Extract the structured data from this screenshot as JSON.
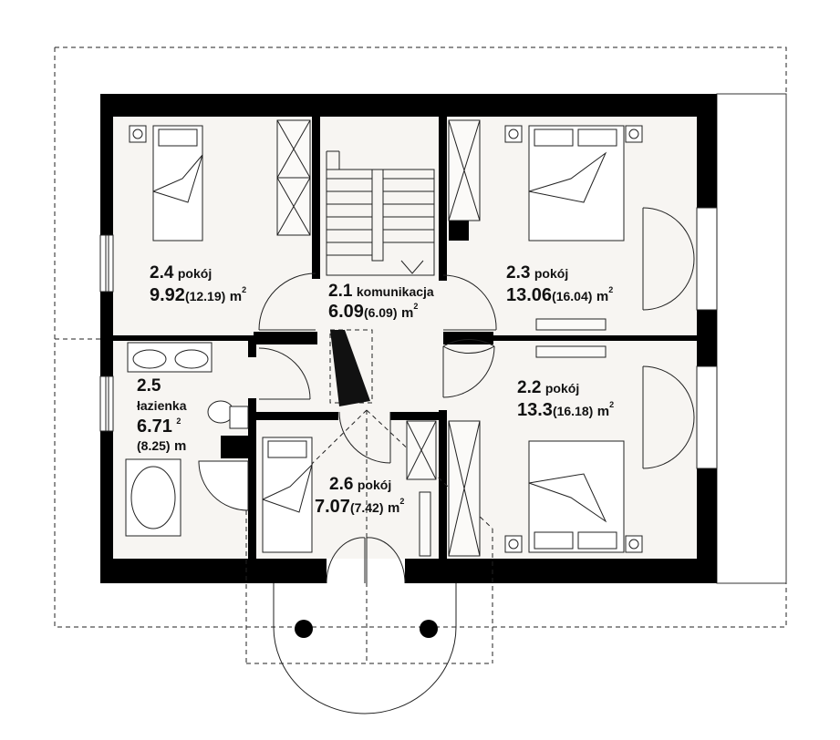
{
  "rooms": {
    "r24": {
      "num": "2.4",
      "name": "pokój",
      "area": "9.92",
      "area_par": "(12.19)",
      "unit": "m",
      "sup": "2"
    },
    "r21": {
      "num": "2.1",
      "name": "komunikacja",
      "area": "6.09",
      "area_par": "(6.09)",
      "unit": "m",
      "sup": "2"
    },
    "r23": {
      "num": "2.3",
      "name": "pokój",
      "area": "13.06",
      "area_par": "(16.04)",
      "unit": "m",
      "sup": "2"
    },
    "r22": {
      "num": "2.2",
      "name": "pokój",
      "area": "13.3",
      "area_par": "(16.18)",
      "unit": "m",
      "sup": "2"
    },
    "r25": {
      "num": "2.5",
      "name": "łazienka",
      "area": "6.71",
      "area_par": "(8.25)",
      "unit": "m",
      "sup": "2"
    },
    "r26": {
      "num": "2.6",
      "name": "pokój",
      "area": "7.07",
      "area_par": "(7.42)",
      "unit": "m",
      "sup": "2"
    }
  },
  "colors": {
    "wall": "#000000",
    "floor": "#f7f5f2",
    "line": "#222222",
    "background": "#ffffff"
  }
}
